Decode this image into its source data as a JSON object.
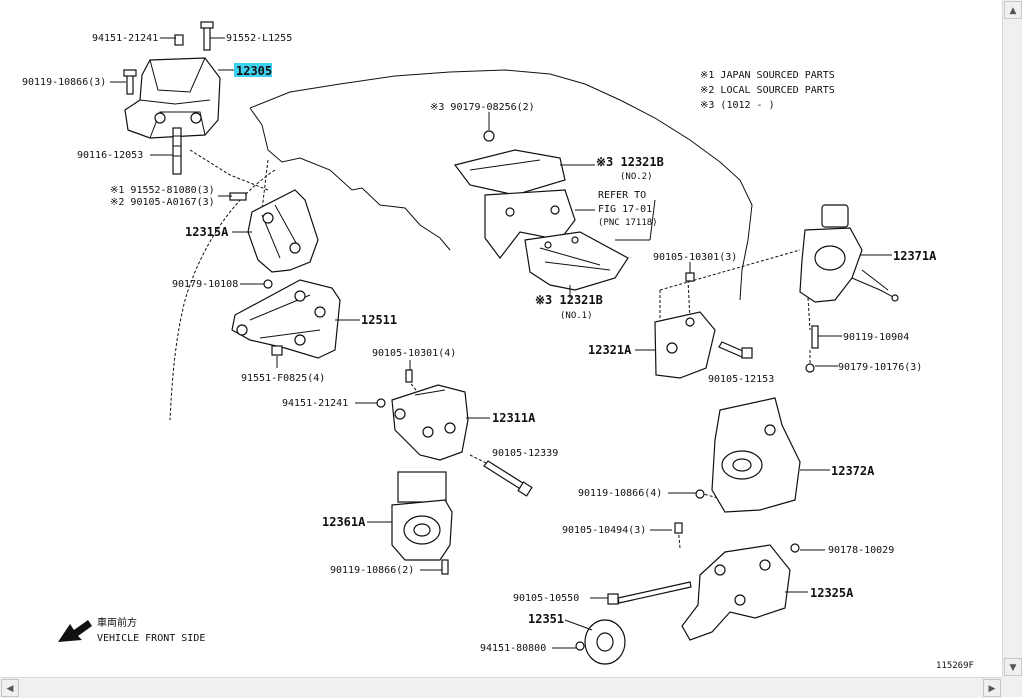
{
  "notes": [
    "※1 JAPAN SOURCED PARTS",
    "※2 LOCAL SOURCED PARTS",
    "※3 (1012 -        )"
  ],
  "labels": {
    "p94151_21241_top": "94151-21241",
    "p91552_l1255": "91552-L1255",
    "p12305": "12305",
    "p90119_10866_3": "90119-10866(3)",
    "p90116_12053": "90116-12053",
    "p91552_81080": "※1 91552-81080(3)",
    "p90105_a0167": "※2 90105-A0167(3)",
    "p12315a": "12315A",
    "p90179_10108": "90179-10108",
    "p12511": "12511",
    "p91551_f0825": "91551-F0825(4)",
    "p90179_08256": "※3  90179-08256(2)",
    "p12321b_no2": "※3  12321B",
    "no2": "(NO.2)",
    "refer_to": "REFER TO",
    "fig": "FIG 17-01",
    "pnc": "(PNC 17118)",
    "p12321b_no1": "※3  12321B",
    "no1": "(NO.1)",
    "p90105_10301_mid": "90105-10301(4)",
    "p94151_21241_mid": "94151-21241",
    "p12311a": "12311A",
    "p90105_12339": "90105-12339",
    "p12361a": "12361A",
    "p90119_10866_2": "90119-10866(2)",
    "p90105_10301_right": "90105-10301(3)",
    "p12321a": "12321A",
    "p90105_12153": "90105-12153",
    "p12371a": "12371A",
    "p90119_10904": "90119-10904",
    "p90179_10176": "90179-10176(3)",
    "p12372a": "12372A",
    "p90119_10866_4": "90119-10866(4)",
    "p90105_10494": "90105-10494(3)",
    "p90178_10029": "90178-10029",
    "p90105_10550": "90105-10550",
    "p12325a": "12325A",
    "p12351": "12351",
    "p94151_80800": "94151-80800",
    "front_jp": "車両前方",
    "front_en": "VEHICLE FRONT SIDE",
    "code": "115269F"
  },
  "highlight_color": "#3fd2f0"
}
